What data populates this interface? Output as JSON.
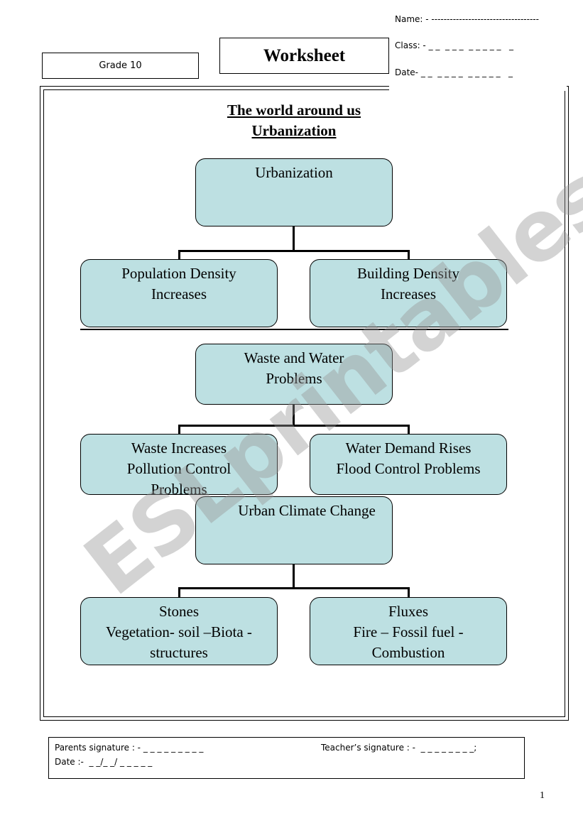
{
  "header": {
    "grade": "Grade 10",
    "title": "Worksheet",
    "name_field": "Name: - -----------------------------------",
    "class_field": "Class: - _ _  _ _ _  _ _ _ _ _   _",
    "date_field": "Date- _ _  _ _ _ _  _ _ _ _ _   _"
  },
  "headings": {
    "line1": "The world around us",
    "line2": "Urbanization"
  },
  "diagram": {
    "urbanization": "Urbanization",
    "population_density": "Population Density\nIncreases",
    "building_density": "Building Density\nIncreases",
    "waste_water": "Waste and Water\nProblems",
    "waste_increases": "Waste Increases\nPollution Control\nProblems",
    "water_demand": "Water Demand Rises\n Flood Control Problems",
    "urban_climate": "Urban Climate Change",
    "stones": "Stones\nVegetation- soil –Biota -\nstructures",
    "fluxes": "Fluxes\nFire – Fossil fuel -\nCombustion"
  },
  "footer": {
    "parents_signature": "Parents signature : - _ _ _ _ _ _ _ _ _",
    "teachers_signature": "Teacher’s signature : -  _ _ _ _ _ _ _ _;",
    "date": "Date :-  _ _/_ _/ _ _ _ _ _"
  },
  "page_number": "1",
  "watermark": "ESLprintables.com",
  "colors": {
    "node_fill": "#bde0e2"
  }
}
